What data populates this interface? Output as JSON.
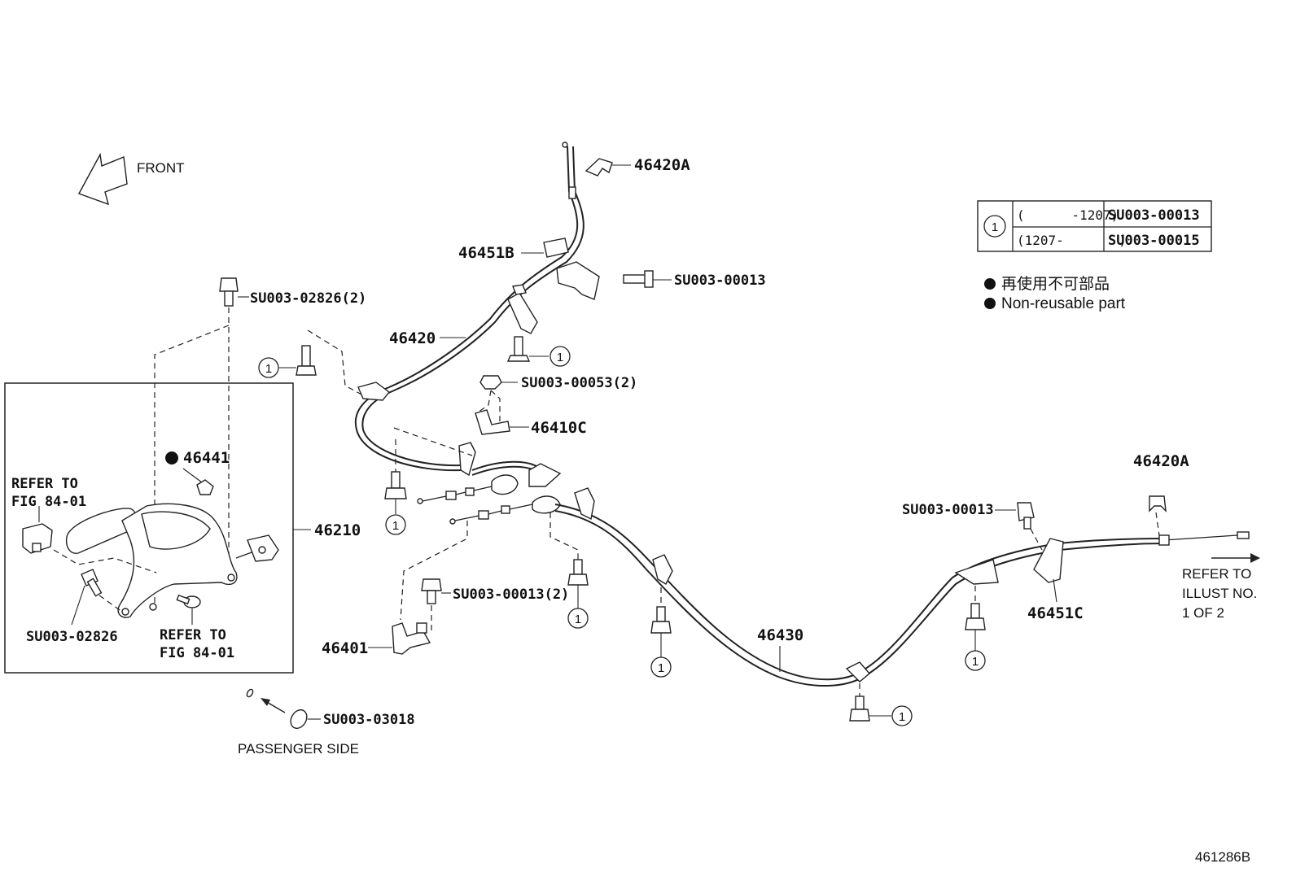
{
  "front_label": "FRONT",
  "legend": {
    "circle_num": "1",
    "rows": [
      {
        "range": "(      -1207)",
        "part": "SU003-00013"
      },
      {
        "range": "(1207-       )",
        "part": "SU003-00015"
      }
    ],
    "japanese": "再使用不可部品",
    "english": "Non-reusable part"
  },
  "labels": {
    "p46420A_top": "46420A",
    "p46451B": "46451B",
    "su_00013_top": "SU003-00013",
    "p46420": "46420",
    "su_02826_2": "SU003-02826(2)",
    "su_00053_2": "SU003-00053(2)",
    "p46410C": "46410C",
    "p46441": "46441",
    "refer_fig_1a": "REFER TO",
    "refer_fig_1b": "FIG 84-01",
    "p46210": "46210",
    "su_02826": "SU003-02826",
    "refer_fig_2a": "REFER TO",
    "refer_fig_2b": "FIG 84-01",
    "su_00013_2": "SU003-00013(2)",
    "p46401": "46401",
    "su_03018": "SU003-03018",
    "passenger_side": "PASSENGER SIDE",
    "p46430": "46430",
    "su_00013_right": "SU003-00013",
    "p46420A_right": "46420A",
    "p46451C": "46451C",
    "refer_illust_a": "REFER TO",
    "refer_illust_b": "ILLUST NO.",
    "refer_illust_c": "1 OF 2",
    "figure_id": "461286B"
  },
  "circle_ref": "1"
}
